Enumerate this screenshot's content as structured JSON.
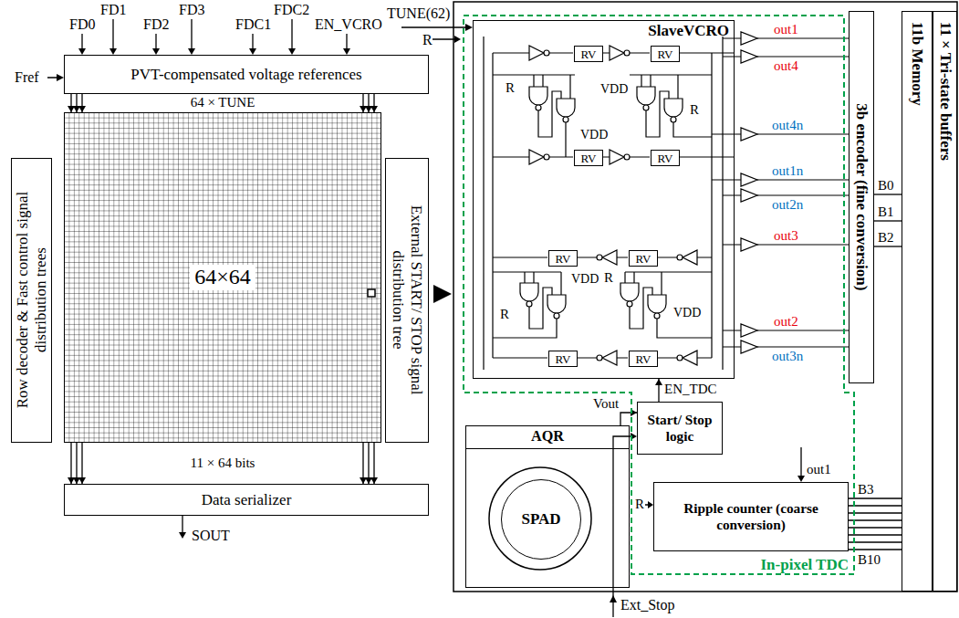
{
  "diagram": {
    "nodes": [
      {
        "text": [
          "PVT-compensated voltage references"
        ]
      },
      {
        "text": [
          "Row decoder & Fast control signal distribution trees"
        ]
      },
      {
        "text": [
          "64×64"
        ]
      },
      {
        "text": [
          "External START/ STOP signal distribution tree"
        ]
      },
      {
        "text": [
          "Data serializer"
        ]
      },
      {
        "text": [
          "In-pixel TDC"
        ]
      },
      {
        "text": [
          "SlaveVCRO"
        ],
        "in": 5
      },
      {
        "text": [
          "RV"
        ],
        "in": 6
      },
      {
        "text": [
          "RV"
        ],
        "in": 6
      },
      {
        "text": [
          "RV"
        ],
        "in": 6
      },
      {
        "text": [
          "RV"
        ],
        "in": 6
      },
      {
        "text": [
          "RV"
        ],
        "in": 6
      },
      {
        "text": [
          "RV"
        ],
        "in": 6
      },
      {
        "text": [
          "RV"
        ],
        "in": 6
      },
      {
        "text": [
          "RV"
        ],
        "in": 6
      },
      {
        "text": [
          "3b encoder (fine conversion)"
        ]
      },
      {
        "text": [
          "11b Memory"
        ]
      },
      {
        "text": [
          "11 × Tri-state buffers"
        ]
      },
      {
        "text": [
          "AQR"
        ]
      },
      {
        "text": [
          "SPAD"
        ],
        "in": 18
      },
      {
        "text": [
          "Start/ Stop logic"
        ],
        "in": 5
      },
      {
        "text": [
          "Ripple counter (coarse conversion)"
        ],
        "in": 5
      }
    ],
    "edges": [
      {
        "from": 0,
        "to": 2,
        "arrow": "to"
      },
      {
        "from": 0,
        "to": 2,
        "arrow": "to"
      },
      {
        "from": 2,
        "to": 4,
        "arrow": "to"
      },
      {
        "from": 2,
        "to": 4,
        "arrow": "to"
      },
      {
        "from": 15,
        "to": 16,
        "label": "B0",
        "arrow": "none"
      },
      {
        "from": 15,
        "to": 16,
        "label": "B1",
        "arrow": "none"
      },
      {
        "from": 15,
        "to": 16,
        "label": "B2",
        "arrow": "none"
      },
      {
        "from": 21,
        "to": 16,
        "label": "B3",
        "arrow": "none"
      },
      {
        "from": 21,
        "to": 16,
        "arrow": "none"
      },
      {
        "from": 21,
        "to": 16,
        "arrow": "none"
      },
      {
        "from": 21,
        "to": 16,
        "arrow": "none"
      },
      {
        "from": 21,
        "to": 16,
        "arrow": "none"
      },
      {
        "from": 21,
        "to": 16,
        "arrow": "none"
      },
      {
        "from": 21,
        "to": 16,
        "arrow": "none"
      },
      {
        "from": 21,
        "to": 16,
        "label": "B10",
        "arrow": "none"
      },
      {
        "from": 18,
        "to": 20,
        "label": "Vout",
        "arrow": "to"
      },
      {
        "from": 20,
        "to": 6,
        "label": "EN_TDC",
        "arrow": "to"
      }
    ],
    "labels": [
      "FD0",
      "FD1",
      "FD2",
      "FD3",
      "FDC1",
      "FDC2",
      "EN_VCRO",
      "Fref",
      "64 × TUNE",
      "11 × 64 bits",
      "SOUT",
      "TUNE(62)",
      "R",
      "R",
      "VDD",
      "VDD",
      "R",
      "VDD",
      "R",
      "R",
      "VDD",
      "out1",
      "out4",
      "out4n",
      "out1n",
      "out2n",
      "out3",
      "out2",
      "out3n",
      "out1",
      "R",
      "Ext_Stop"
    ]
  }
}
